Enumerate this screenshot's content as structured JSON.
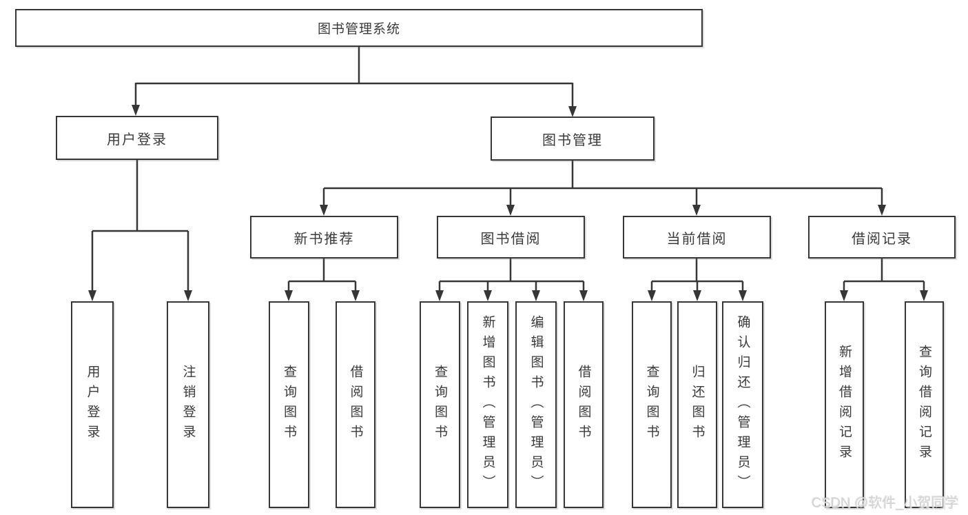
{
  "tree": {
    "root": "图书管理系统",
    "branches": [
      {
        "label": "用户登录",
        "leaves": [
          {
            "label": "用户登录"
          },
          {
            "label": "注销登录"
          }
        ]
      },
      {
        "label": "图书管理",
        "sections": [
          {
            "label": "新书推荐",
            "leaves": [
              {
                "label": "查询图书"
              },
              {
                "label": "借阅图书"
              }
            ]
          },
          {
            "label": "图书借阅",
            "leaves": [
              {
                "label": "查询图书"
              },
              {
                "label": "新增图书（管理员）"
              },
              {
                "label": "编辑图书（管理员）"
              },
              {
                "label": "借阅图书"
              }
            ]
          },
          {
            "label": "当前借阅",
            "leaves": [
              {
                "label": "查询图书"
              },
              {
                "label": "归还图书"
              },
              {
                "label": "确认归还（管理员）"
              }
            ]
          },
          {
            "label": "借阅记录",
            "leaves": [
              {
                "label": "新增借阅记录"
              },
              {
                "label": "查询借阅记录"
              }
            ]
          }
        ]
      }
    ]
  },
  "watermark": {
    "text": "CSDN @软件_小贺同学"
  },
  "colors": {
    "line": "#363636",
    "box_background": "#ffffff",
    "text": "#3a3a3a",
    "watermark": "#d2d2d2"
  }
}
